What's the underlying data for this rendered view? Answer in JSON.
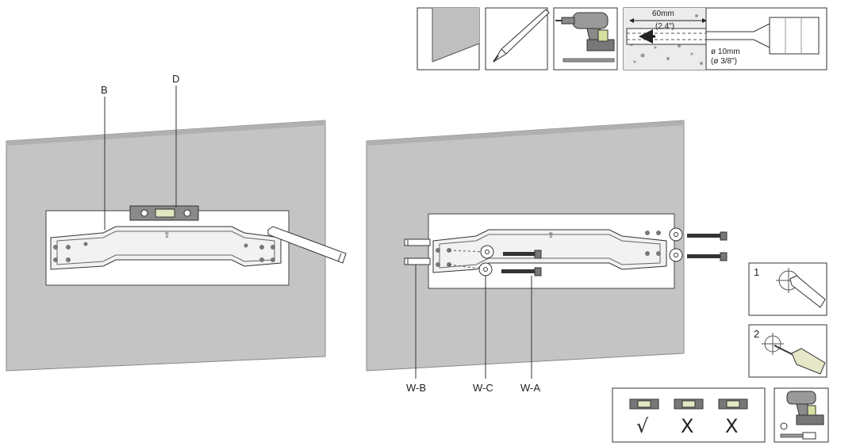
{
  "labels": {
    "b": "B",
    "d": "D",
    "wb": "W-B",
    "wc": "W-C",
    "wa": "W-A"
  },
  "drill_spec": {
    "depth": "60mm",
    "depth_in": "(2.4\")",
    "diameter": "ø 10mm",
    "diameter_in": "(ø 3/8\")"
  },
  "steps": {
    "one": "1",
    "two": "2"
  },
  "level_check": {
    "ok": "√",
    "bad1": "X",
    "bad2": "X"
  },
  "colors": {
    "wall": "#c4c4c4",
    "wall_edge": "#a9a9a9",
    "plate": "#ffffff",
    "line": "#333333"
  }
}
